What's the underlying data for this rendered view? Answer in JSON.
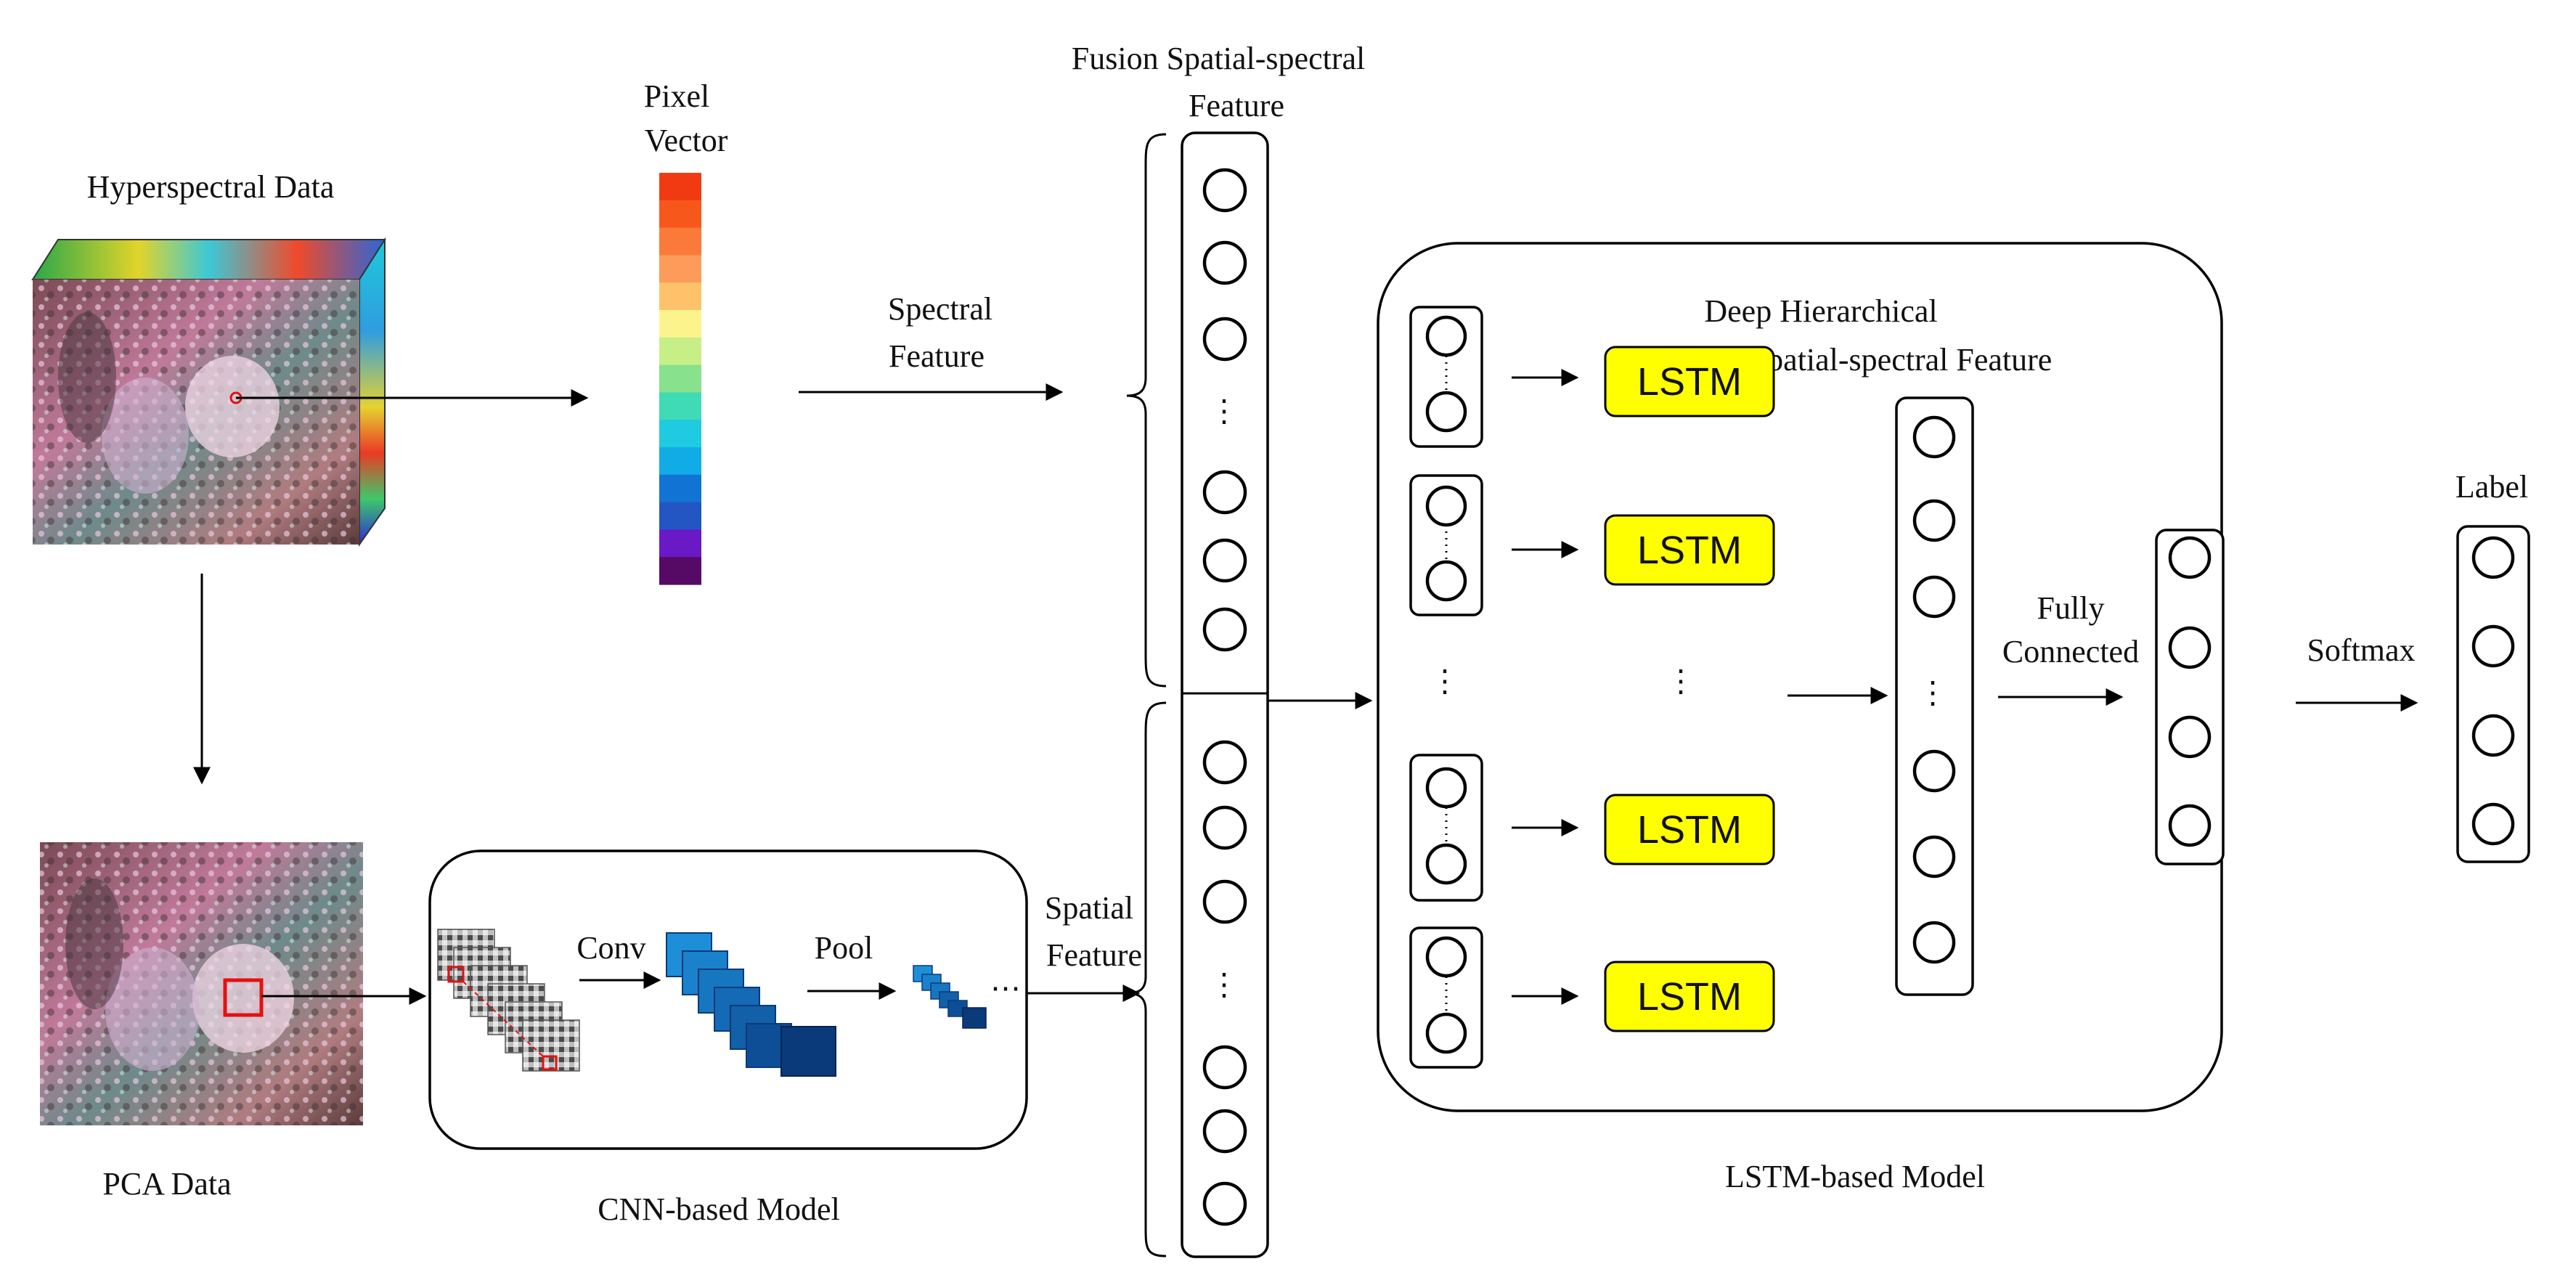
{
  "labels": {
    "hyperspectral": "Hyperspectral Data",
    "pixel_vector_1": "Pixel",
    "pixel_vector_2": "Vector",
    "pca": "PCA Data",
    "spectral_feature_1": "Spectral",
    "spectral_feature_2": "Feature",
    "fusion_1": "Fusion Spatial-spectral",
    "fusion_2": "Feature",
    "conv": "Conv",
    "pool": "Pool",
    "spatial_feature_1": "Spatial",
    "spatial_feature_2": "Feature",
    "cnn_model": "CNN-based Model",
    "deep_hier_1": "Deep Hierarchical",
    "deep_hier_2": "Spatial-spectral Feature",
    "lstm": "LSTM",
    "fully_1": "Fully",
    "fully_2": "Connected",
    "softmax": "Softmax",
    "label": "Label",
    "lstm_model": "LSTM-based Model",
    "ellipsis": "⋮",
    "hellipsis": "⋯"
  },
  "colors": {
    "pixel_vector": [
      "#f03b12",
      "#f8571b",
      "#fb7a3a",
      "#fd9c5a",
      "#fec36a",
      "#fdf38d",
      "#c6ef87",
      "#88e18c",
      "#3fdbb4",
      "#1ecbe0",
      "#11abe6",
      "#1174d4",
      "#2356c2",
      "#6a19c6",
      "#560a66"
    ],
    "lstm_fill": "#ffff00",
    "fm_light": "#1d8fd8",
    "fm_mid": "#0f5db0",
    "fm_dark": "#0a3a7a"
  }
}
